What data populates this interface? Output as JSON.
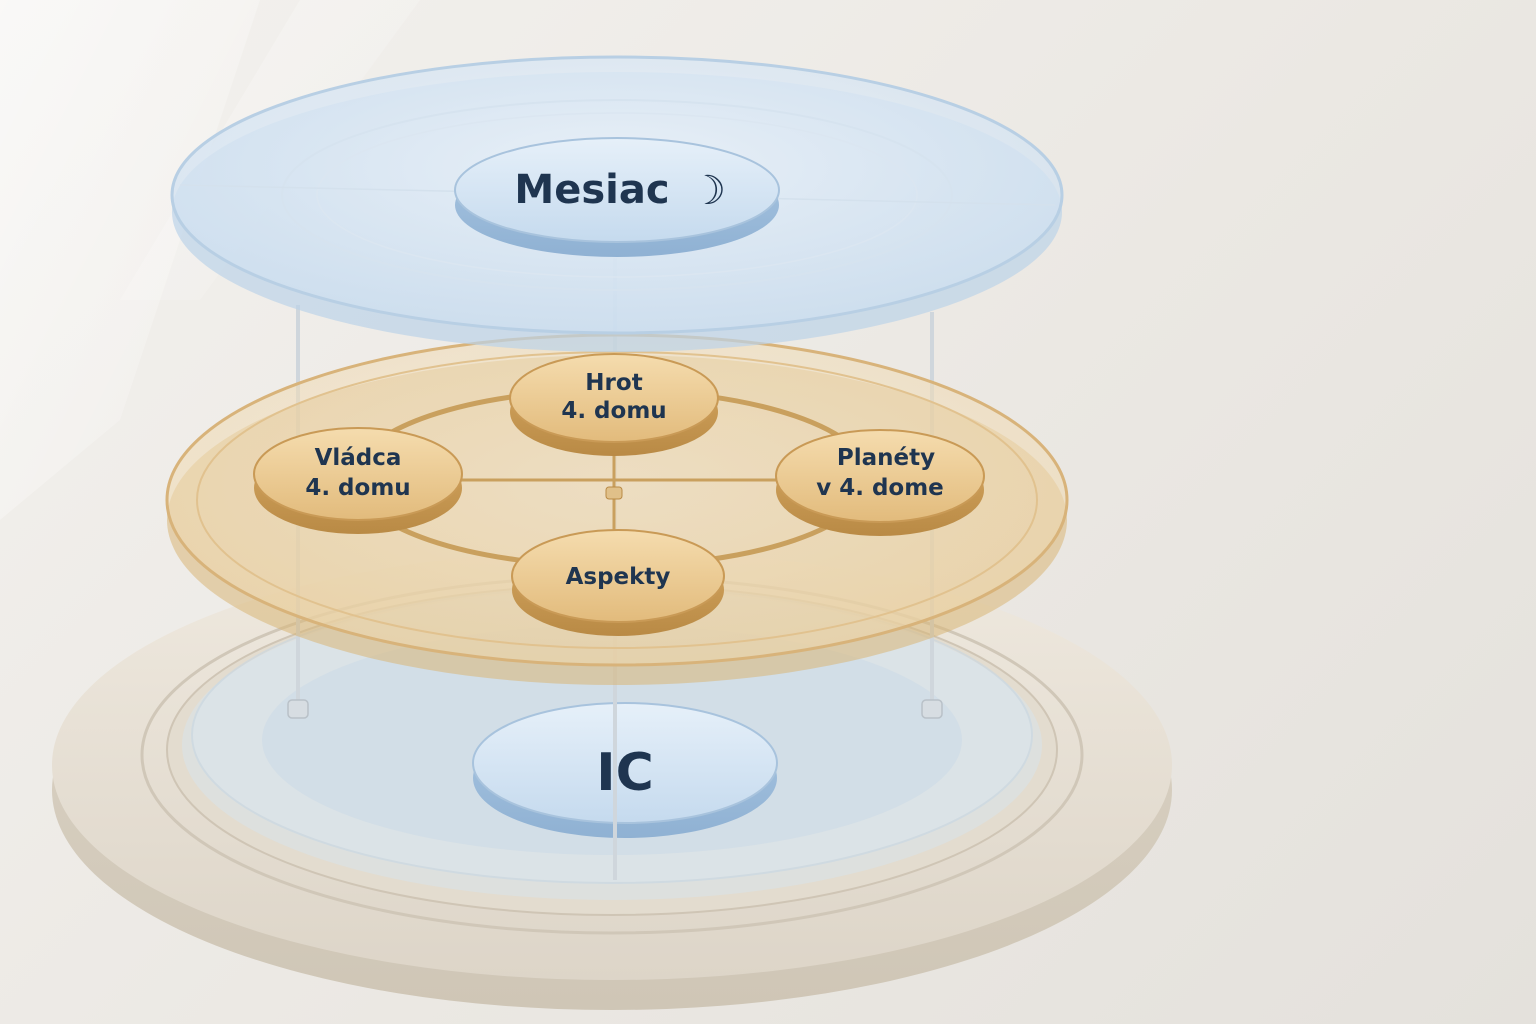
{
  "top_layer": {
    "label": "Mesiac",
    "symbol": "☽"
  },
  "middle_layer": {
    "nodes": [
      {
        "line1": "Hrot",
        "line2": "4. domu"
      },
      {
        "line1": "Vládca",
        "line2": "4. domu"
      },
      {
        "line1": "Planéty",
        "line2": "v 4. dome"
      },
      {
        "line1": "Aspekty",
        "line2": ""
      }
    ]
  },
  "bottom_layer": {
    "label": "IC"
  },
  "colors": {
    "blue_disc": "#cfe0f0",
    "gold_disc": "#e6c48a",
    "label_text": "#1f3550",
    "stone": "#e7e1d6"
  }
}
